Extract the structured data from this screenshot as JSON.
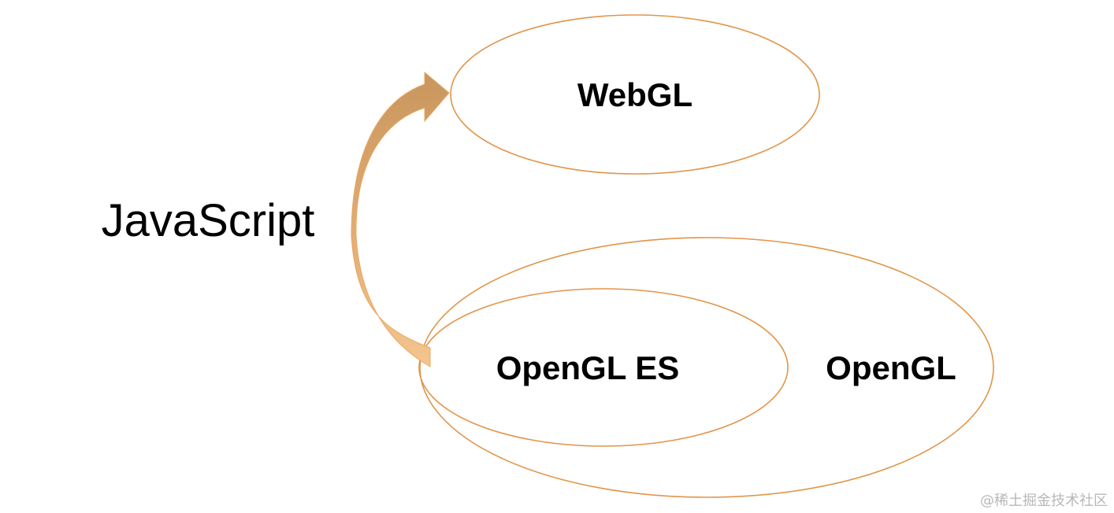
{
  "diagram": {
    "nodes": {
      "webgl": "WebGL",
      "opengl_es": "OpenGL ES",
      "opengl": "OpenGL"
    },
    "arrow_label": "JavaScript",
    "watermark": "@稀土掘金技术社区"
  },
  "colors": {
    "ellipse_stroke": "#e0954a",
    "arrow_dark": "#c8965e",
    "arrow_light": "#f4c58f",
    "background": "#ffffff",
    "text": "#000000",
    "watermark": "#b8b8b8"
  }
}
